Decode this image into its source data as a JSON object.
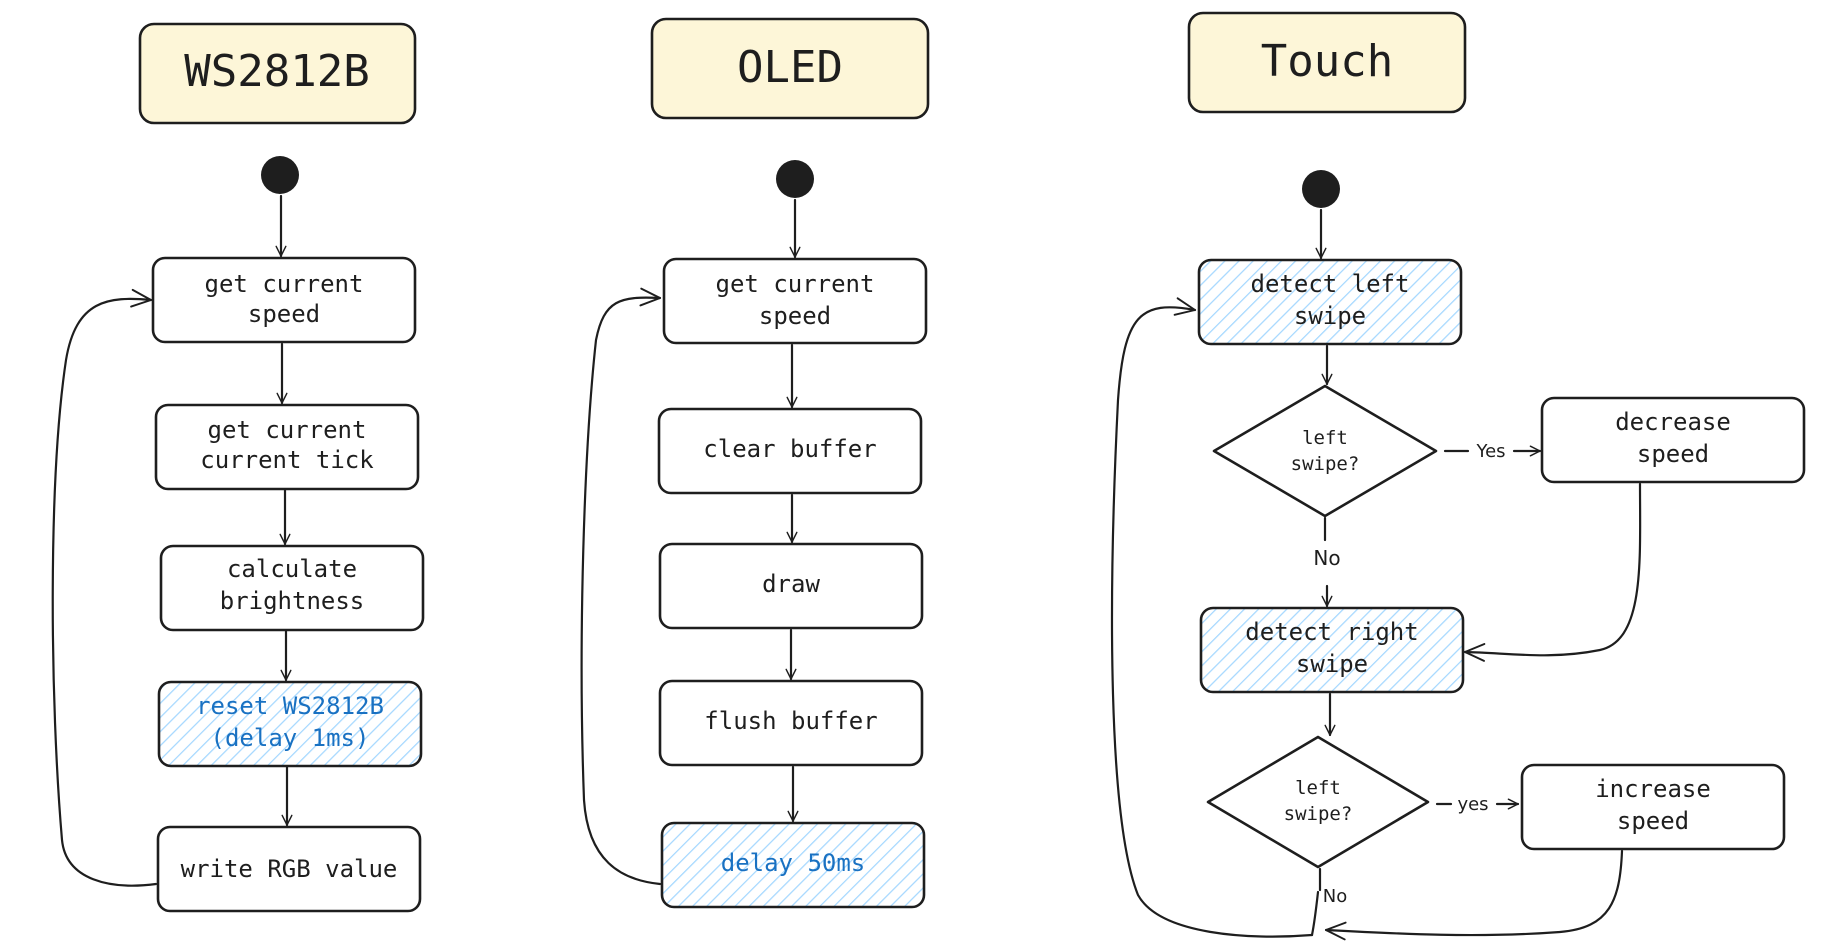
{
  "columns": [
    {
      "title": "WS2812B",
      "steps": [
        {
          "lines": [
            "get current",
            "speed"
          ]
        },
        {
          "lines": [
            "get current",
            "current tick"
          ]
        },
        {
          "lines": [
            "calculate",
            "brightness"
          ]
        },
        {
          "lines": [
            "reset WS2812B",
            "(delay 1ms)"
          ],
          "highlight": true
        },
        {
          "lines": [
            "write RGB value"
          ]
        }
      ]
    },
    {
      "title": "OLED",
      "steps": [
        {
          "lines": [
            "get current",
            "speed"
          ]
        },
        {
          "lines": [
            "clear buffer"
          ]
        },
        {
          "lines": [
            "draw"
          ]
        },
        {
          "lines": [
            "flush buffer"
          ]
        },
        {
          "lines": [
            "delay 50ms"
          ],
          "highlight": true
        }
      ]
    },
    {
      "title": "Touch",
      "nodes": {
        "detect_left": {
          "lines": [
            "detect left",
            "swipe"
          ],
          "highlight": true
        },
        "decision_1": {
          "lines": [
            "left",
            "swipe?"
          ]
        },
        "decrease": {
          "lines": [
            "decrease",
            "speed"
          ]
        },
        "detect_right": {
          "lines": [
            "detect right",
            "swipe"
          ],
          "highlight": true
        },
        "decision_2": {
          "lines": [
            "left",
            "swipe?"
          ]
        },
        "increase": {
          "lines": [
            "increase",
            "speed"
          ]
        }
      },
      "edge_labels": {
        "yes_1": "Yes",
        "no_1": "No",
        "yes_2": "yes",
        "no_2": "No"
      }
    }
  ],
  "colors": {
    "stroke": "#1e1e1e",
    "title_fill": "#fdf6d8",
    "highlight_text": "#1971c2",
    "hatch": "#a5d8ff"
  }
}
